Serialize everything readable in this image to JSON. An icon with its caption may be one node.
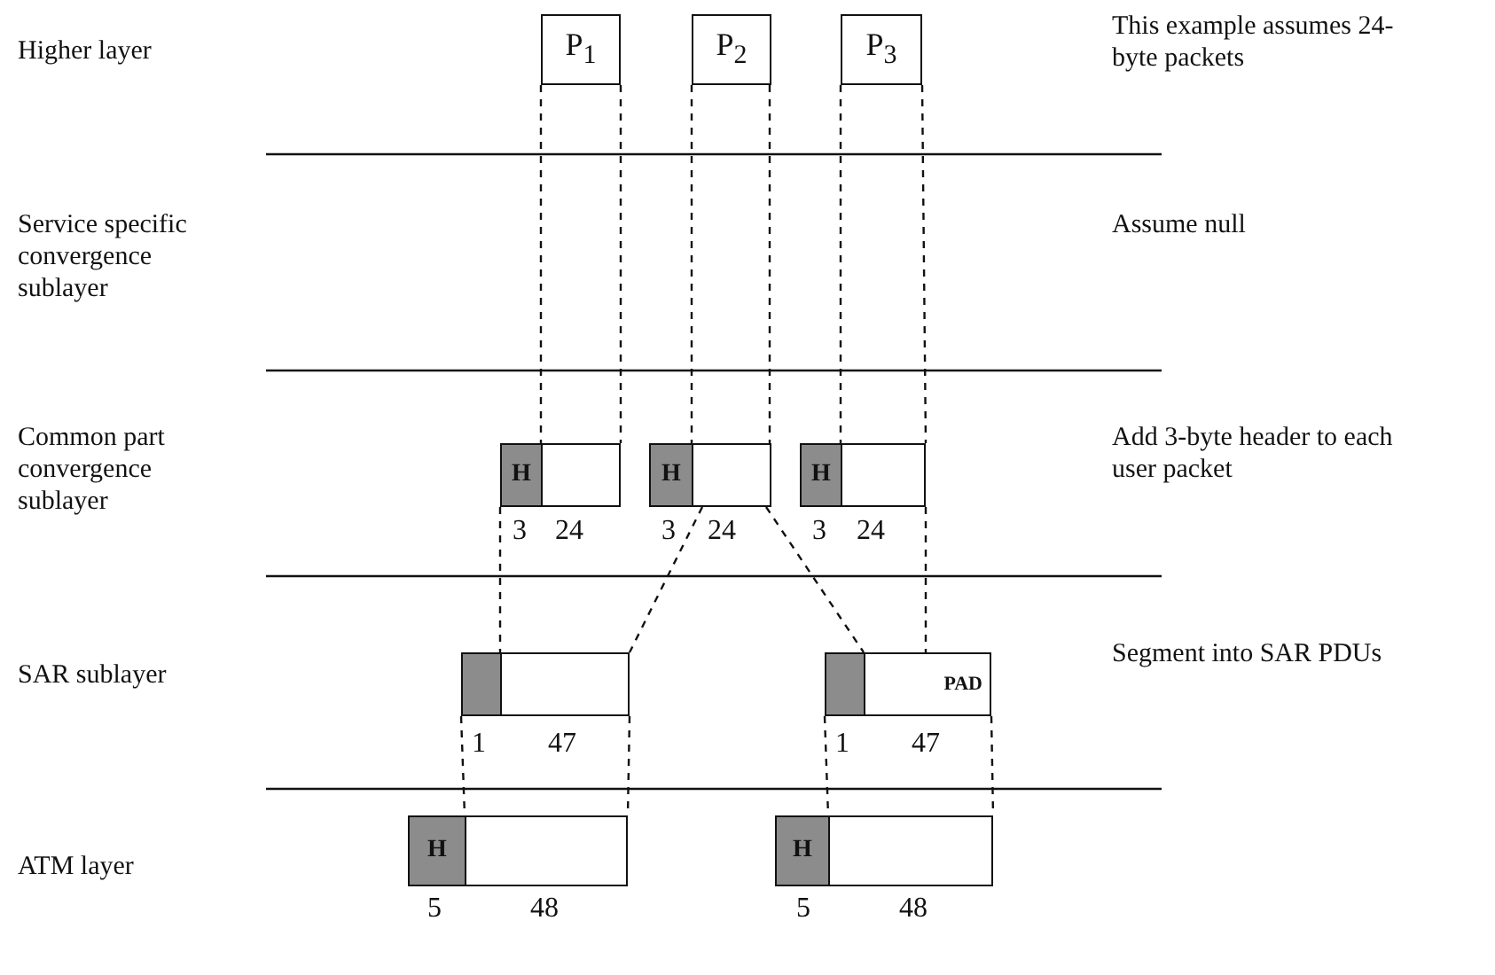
{
  "diagram": {
    "nodes": [
      {
        "text": [
          "P$_{1}$"
        ]
      },
      {
        "text": [
          "P$_{2}$"
        ]
      },
      {
        "text": [
          "P$_{3}$"
        ]
      },
      {
        "text": [
          "H"
        ]
      },
      {
        "text": [],
        "shape": "box"
      },
      {
        "text": [
          "H"
        ]
      },
      {
        "text": [],
        "shape": "box"
      },
      {
        "text": [
          "H"
        ]
      },
      {
        "text": [],
        "shape": "box"
      },
      {
        "text": [],
        "shape": "box"
      },
      {
        "text": [],
        "shape": "box"
      },
      {
        "text": [],
        "shape": "box"
      },
      {
        "text": [
          "PAD"
        ]
      },
      {
        "text": [
          "H"
        ]
      },
      {
        "text": [],
        "shape": "box"
      },
      {
        "text": [
          "H"
        ]
      },
      {
        "text": [],
        "shape": "box"
      }
    ],
    "edges": [
      {
        "from": 0,
        "to": 4,
        "arrow": "none",
        "style": "dashed"
      },
      {
        "from": 0,
        "to": 4,
        "arrow": "none",
        "style": "dashed"
      },
      {
        "from": 1,
        "to": 6,
        "arrow": "none",
        "style": "dashed"
      },
      {
        "from": 1,
        "to": 6,
        "arrow": "none",
        "style": "dashed"
      },
      {
        "from": 2,
        "to": 8,
        "arrow": "none",
        "style": "dashed"
      },
      {
        "from": 2,
        "to": 8,
        "arrow": "none",
        "style": "dashed"
      },
      {
        "from": 3,
        "to": 10,
        "arrow": "none",
        "style": "dashed"
      },
      {
        "from": 6,
        "to": 10,
        "arrow": "none",
        "style": "dashed"
      },
      {
        "from": 6,
        "to": 12,
        "arrow": "none",
        "style": "dashed"
      },
      {
        "from": 8,
        "to": 12,
        "arrow": "none",
        "style": "dashed"
      },
      {
        "from": 9,
        "to": 14,
        "arrow": "none",
        "style": "dashed"
      },
      {
        "from": 10,
        "to": 14,
        "arrow": "none",
        "style": "dashed"
      },
      {
        "from": 11,
        "to": 16,
        "arrow": "none",
        "style": "dashed"
      },
      {
        "from": 12,
        "to": 16,
        "arrow": "none",
        "style": "dashed"
      }
    ],
    "labels": [
      "Higher layer",
      "This example assumes 24-byte packets",
      "Service specific convergence sublayer",
      "Assume null",
      "Common part convergence sublayer",
      "Add 3-byte header to each user packet",
      "3",
      "24",
      "3",
      "24",
      "3",
      "24",
      "SAR sublayer",
      "Segment into SAR PDUs",
      "1",
      "47",
      "1",
      "47",
      "ATM layer",
      "5",
      "48",
      "5",
      "48"
    ]
  }
}
